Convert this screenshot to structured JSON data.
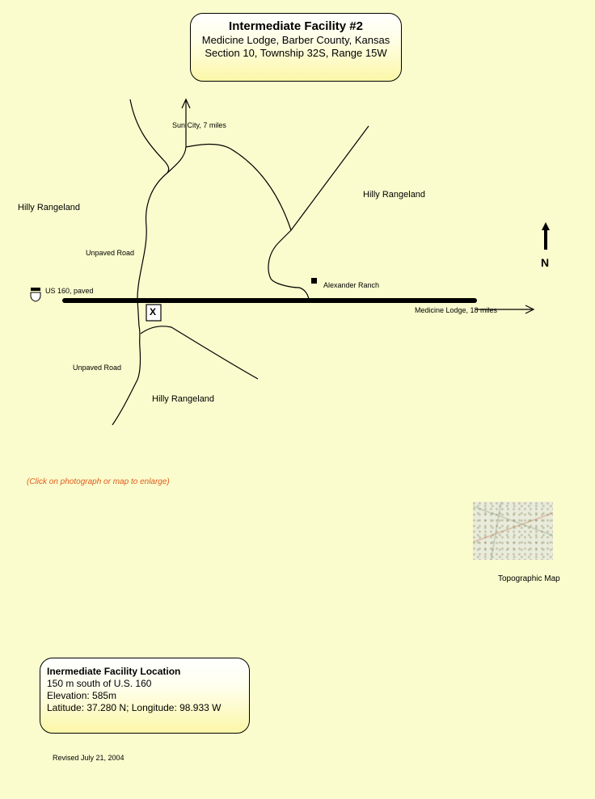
{
  "header": {
    "title": "Intermediate Facility #2",
    "location": "Medicine Lodge, Barber County, Kansas",
    "survey": "Section 10, Township  32S, Range  15W"
  },
  "map": {
    "labels": {
      "sun_city": "Sun City, 7 miles",
      "hilly_rangeland_west": "Hilly Rangeland",
      "hilly_rangeland_east": "Hilly Rangeland",
      "hilly_rangeland_south": "Hilly Rangeland",
      "unpaved_road_north": "Unpaved Road",
      "unpaved_road_south": "Unpaved Road",
      "us160": "US 160, paved",
      "alexander_ranch": "Alexander Ranch",
      "medicine_lodge": "Medicine Lodge, 18 miles",
      "site_marker": "X",
      "north": "N"
    }
  },
  "notes": {
    "enlarge": "(Click on photograph or map to enlarge)"
  },
  "topo": {
    "label": "Topographic Map"
  },
  "facility": {
    "title": "Inermediate  Facility Location",
    "distance": "150 m south of U.S. 160",
    "elevation": "Elevation: 585m",
    "coords": "Latitude: 37.280 N; Longitude: 98.933 W"
  },
  "footer": {
    "revised": "Revised July 21, 2004"
  },
  "colors": {
    "background": "#fafccd",
    "note": "#e05a1a",
    "box_fill": "#fbf7a8"
  }
}
